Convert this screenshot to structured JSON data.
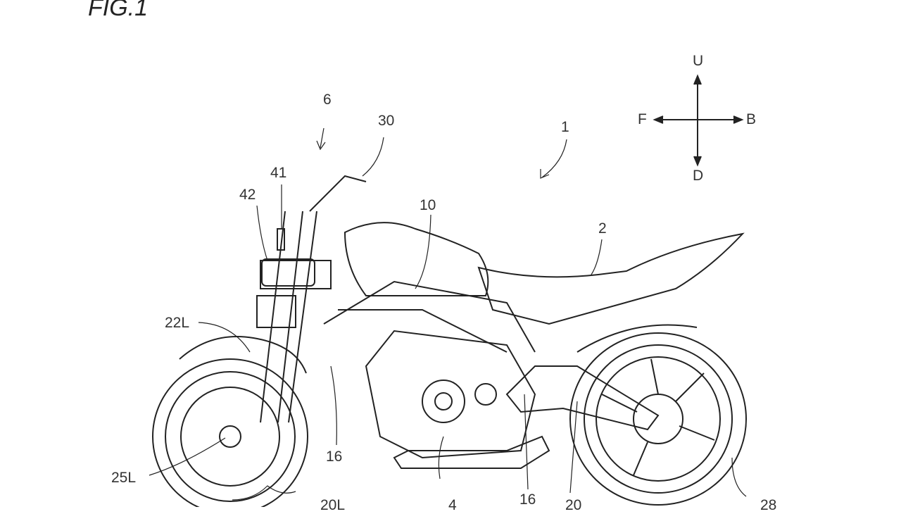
{
  "figure_title": "FIG.1",
  "direction": {
    "up": "U",
    "down": "D",
    "front": "F",
    "back": "B"
  },
  "labels": {
    "l6": "6",
    "l30": "30",
    "l1": "1",
    "l41": "41",
    "l42": "42",
    "l10": "10",
    "l2": "2",
    "l22L": "22L",
    "l16a": "16",
    "l25L": "25L",
    "l20L": "20L",
    "l4": "4",
    "l16b": "16",
    "l20": "20",
    "l28": "28"
  }
}
